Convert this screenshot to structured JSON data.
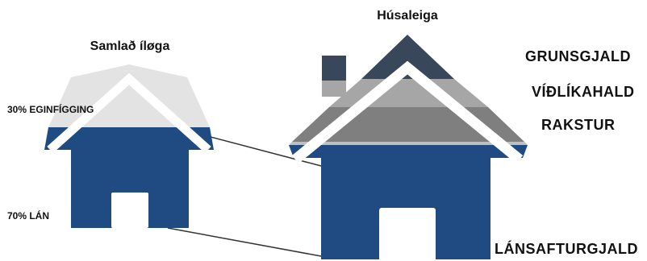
{
  "left_house": {
    "title": "Samlað íløga",
    "equity_label": "30% EGINFÍGGING",
    "loan_label": "70% LÁN"
  },
  "right_house": {
    "title": "Húsaleiga",
    "layers": {
      "top": "GRUNSGJALD",
      "second": "VÍÐLÍKAHALD",
      "third": "RAKSTUR",
      "base": "LÁNSAFTURGJALD"
    }
  },
  "colors": {
    "primary_blue": "#1f4a82",
    "dark_slate": "#38475a",
    "light_grey": "#a6a6a6",
    "mid_grey": "#7f7f7f",
    "pale_grey": "#e3e3e3"
  }
}
